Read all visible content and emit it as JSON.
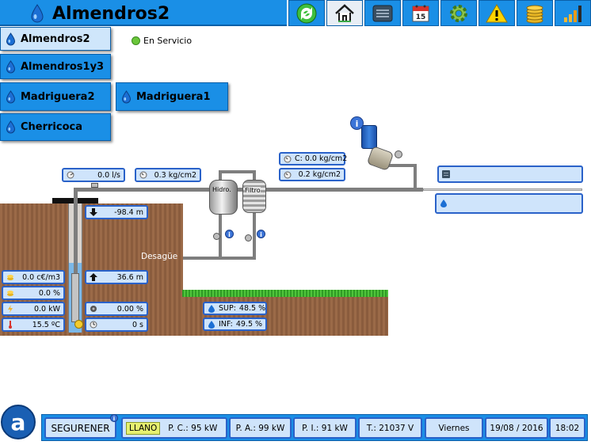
{
  "header": {
    "title": "Almendros2",
    "toolbar_icons": [
      "refresh-icon",
      "home-icon",
      "list-icon",
      "calendar-icon",
      "gear-icon",
      "warning-icon",
      "coins-icon",
      "signal-icon"
    ],
    "calendar_day": "15"
  },
  "sites": [
    {
      "label": "Almendros2",
      "active": true
    },
    {
      "label": "Almendros1y3"
    },
    {
      "label": "Madriguera2"
    },
    {
      "label": "Madriguera1"
    },
    {
      "label": "Cherricoca"
    }
  ],
  "status": {
    "text": "En Servicio",
    "color": "#6ac63a"
  },
  "readouts": {
    "flow": "0.0 l/s",
    "pressure_in": "0.3 kg/cm2",
    "pressure_c": "C: 0.0 kg/cm2",
    "pressure_out": "0.2 kg/cm2",
    "depth_down": "-98.4 m",
    "depth_up": "36.6 m",
    "cost": "0.0 c€/m3",
    "pct1": "0.0 %",
    "power": "0.0 kW",
    "temp": "15.5 ºC",
    "pct2": "0.00 %",
    "time": "0 s",
    "sup": "SUP:",
    "sup_val": "48.5 %",
    "inf": "INF:",
    "inf_val": "49.5 %"
  },
  "labels": {
    "hidro": "Hidro.",
    "filtro": "Filtro",
    "desague": "Desagüe"
  },
  "footer": {
    "logo": "a",
    "brand": "SEGURENER",
    "tariff": "LLANO",
    "pc": "P. C.: 95 kW",
    "pa": "P. A.: 99 kW",
    "pi": "P. I.: 91 kW",
    "voltage": "T.: 21037 V",
    "day": "Viernes",
    "date": "19/08 / 2016",
    "clock": "18:02"
  },
  "colors": {
    "accent": "#1a8fe6",
    "soil": "#9a6a4a",
    "grass": "#2f9b25"
  }
}
